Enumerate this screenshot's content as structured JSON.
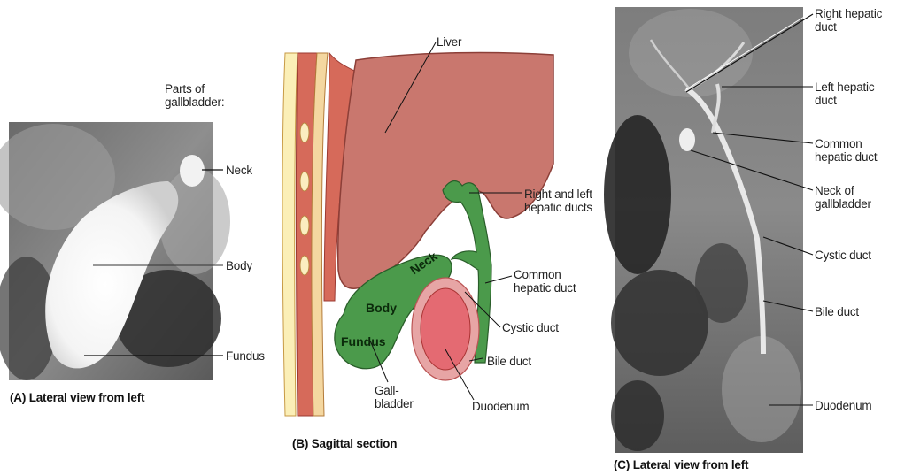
{
  "panel_a": {
    "caption": "(A) Lateral view from left",
    "parts_title": "Parts of\ngallbladder:",
    "labels": {
      "neck": "Neck",
      "body": "Body",
      "fundus": "Fundus"
    }
  },
  "panel_b": {
    "caption": "(B) Sagittal section",
    "labels": {
      "liver": "Liver",
      "hepatic_ducts": "Right and left\nhepatic ducts",
      "common_hepatic_duct": "Common\nhepatic duct",
      "cystic_duct": "Cystic duct",
      "bile_duct": "Bile duct",
      "duodenum": "Duodenum",
      "gallbladder": "Gall-\nbladder"
    },
    "organ_labels": {
      "neck": "Neck",
      "body": "Body",
      "fundus": "Fundus"
    }
  },
  "panel_c": {
    "caption": "(C) Lateral view from left",
    "labels": {
      "right_hepatic_duct": "Right hepatic\nduct",
      "left_hepatic_duct": "Left hepatic\nduct",
      "common_hepatic_duct": "Common\nhepatic duct",
      "neck_of_gallbladder": "Neck of\ngallbladder",
      "cystic_duct": "Cystic duct",
      "bile_duct": "Bile duct",
      "duodenum": "Duodenum"
    }
  },
  "colors": {
    "liver": "#c9776e",
    "gallbladder": "#4b9a4b",
    "duodenum_wall": "#e7a5a5",
    "duodenum_lumen": "#e46a72",
    "xray_dark": "#262626",
    "xray_mid": "#8d8d8d"
  }
}
